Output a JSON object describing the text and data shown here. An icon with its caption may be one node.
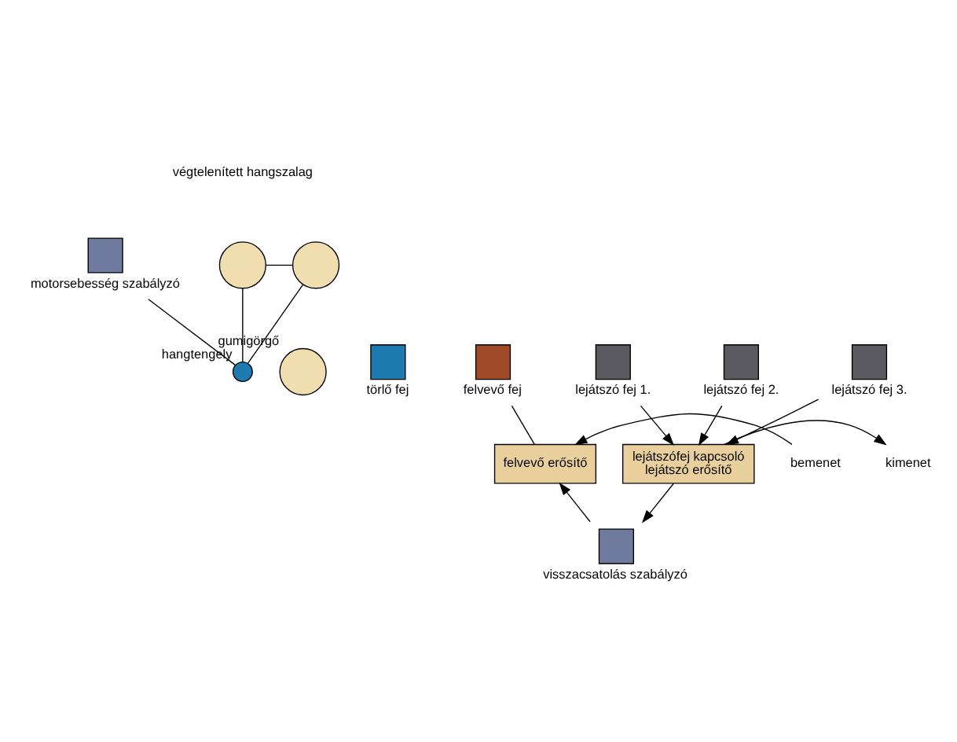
{
  "diagram": {
    "nodes": [
      {
        "text": [],
        "shape": "circle"
      },
      {
        "text": [],
        "shape": "circle"
      },
      {
        "text": [],
        "shape": "circle",
        "beside": [
          "hangtengely"
        ]
      },
      {
        "text": [],
        "shape": "circle",
        "beside": [
          "gumigörgő"
        ]
      },
      {
        "text": [],
        "shape": "box",
        "beside": [
          "motorsebesség szabályzó"
        ]
      },
      {
        "text": [],
        "shape": "box",
        "beside": [
          "törlő fej"
        ]
      },
      {
        "text": [],
        "shape": "box",
        "beside": [
          "felvevő fej"
        ]
      },
      {
        "text": [],
        "shape": "box",
        "beside": [
          "lejátszó fej 1."
        ]
      },
      {
        "text": [],
        "shape": "box",
        "beside": [
          "lejátszó fej 2."
        ]
      },
      {
        "text": [],
        "shape": "box",
        "beside": [
          "lejátszó fej 3."
        ]
      },
      {
        "text": [
          "felvevő erősítő"
        ]
      },
      {
        "text": [
          "lejátszófej kapcsoló",
          "lejátszó erősítő"
        ]
      },
      {
        "text": [],
        "shape": "box",
        "beside": [
          "visszacsatolás szabályzó"
        ]
      },
      {
        "text": [
          "bemenet"
        ]
      },
      {
        "text": [
          "kimenet"
        ]
      }
    ],
    "edges": [
      {
        "from": 0,
        "to": 1,
        "arrow": "none"
      },
      {
        "from": 1,
        "to": 2,
        "arrow": "none"
      },
      {
        "from": 0,
        "to": 2,
        "arrow": "none"
      },
      {
        "from": 4,
        "to": 2,
        "arrow": "none"
      },
      {
        "from": 10,
        "to": 6,
        "arrow": "none"
      },
      {
        "from": 9,
        "to": 11,
        "arrow": "to"
      },
      {
        "from": 8,
        "to": 11,
        "arrow": "to"
      },
      {
        "from": 7,
        "to": 11,
        "arrow": "to"
      },
      {
        "from": 13,
        "to": 10,
        "arrow": "to"
      },
      {
        "from": 11,
        "to": 14,
        "arrow": "to"
      },
      {
        "from": 11,
        "to": 12,
        "arrow": "to"
      },
      {
        "from": 12,
        "to": 10,
        "arrow": "to"
      }
    ],
    "labels": [
      "végtelenített hangszalag"
    ]
  }
}
